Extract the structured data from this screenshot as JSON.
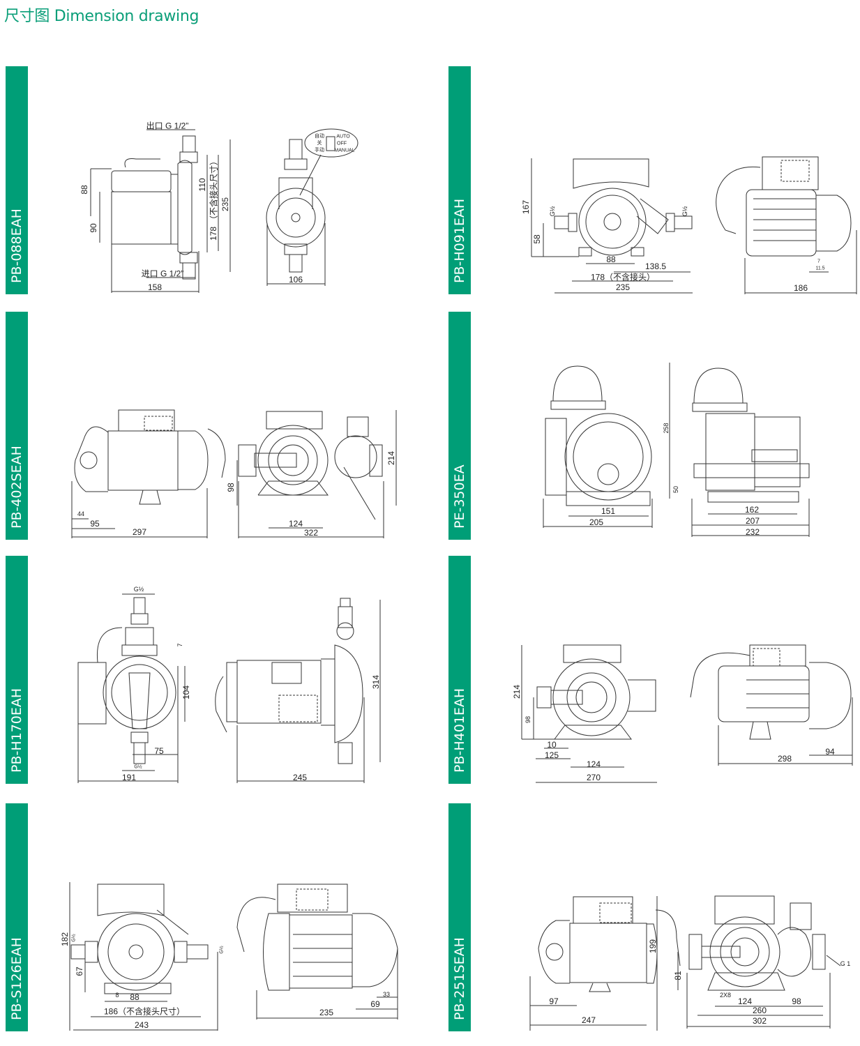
{
  "header": {
    "title": "尺寸图 Dimension drawing"
  },
  "brand_color": "#009e77",
  "panels": [
    {
      "model": "PB-088EAH",
      "dims": {
        "outlet": "出口 G 1/2”",
        "inlet": "进口 G 1/2”",
        "w158": "158",
        "w106": "106",
        "h88": "88",
        "h90": "90",
        "h110": "110",
        "note": "（不含接头尺寸）",
        "h235": "235",
        "h178": "178"
      },
      "switch": {
        "auto_cn": "自动",
        "off_cn": "关",
        "manual_cn": "手动",
        "auto": "AUTO",
        "off": "OFF",
        "manual": "MANUAL"
      }
    },
    {
      "model": "PB-H091EAH",
      "dims": {
        "h167": "167",
        "g1": "G½",
        "g2": "G½",
        "h58": "58",
        "w88": "88",
        "w1385": "138.5",
        "w178": "178（不含接头）",
        "w235": "235",
        "w7": "7",
        "w115": "11.5",
        "w186": "186"
      }
    },
    {
      "model": "PB-402SEAH",
      "dims": {
        "w44": "44",
        "w95": "95",
        "w297": "297",
        "h98": "98",
        "h214": "214",
        "w124": "124",
        "w322": "322"
      }
    },
    {
      "model": "PE-350EA",
      "dims": {
        "w151": "151",
        "w205": "205",
        "h258": "258",
        "h50": "50",
        "w162": "162",
        "w207": "207",
        "w232": "232"
      }
    },
    {
      "model": "PB-H170EAH",
      "dims": {
        "gtop": "G½",
        "h7": "7",
        "h104": "104",
        "w75": "75",
        "gbot": "G½",
        "w191": "191",
        "w245": "245",
        "h314": "314"
      }
    },
    {
      "model": "PB-H401EAH",
      "dims": {
        "h214": "214",
        "h98": "98",
        "w10": "10",
        "w125": "125",
        "w124": "124",
        "w270": "270",
        "w298": "298",
        "w94": "94"
      }
    },
    {
      "model": "PB-S126EAH",
      "dims": {
        "h182": "182",
        "g1": "G½",
        "h67": "67",
        "w8": "8",
        "w88": "88",
        "w186": "186（不含接头尺寸）",
        "w243": "243",
        "g2": "G½",
        "w235": "235",
        "w69": "69",
        "w33": "33"
      }
    },
    {
      "model": "PB-251SEAH",
      "dims": {
        "h199": "199",
        "h81": "81",
        "w97": "97",
        "w247": "247",
        "w2x8": "2X8",
        "w124": "124",
        "w98": "98",
        "w260": "260",
        "w302": "302",
        "g1": "G 1"
      }
    }
  ]
}
